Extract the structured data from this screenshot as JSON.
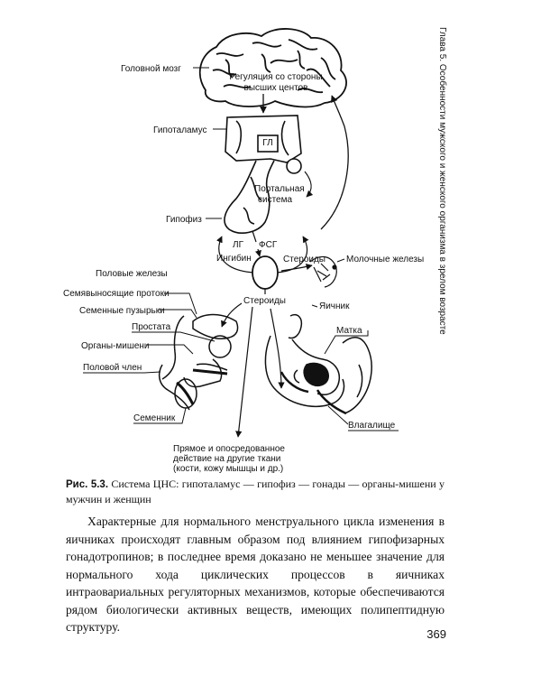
{
  "running_head": "Глава 5. Особенности мужского и женского организма в зрелом возрасте",
  "figure": {
    "labels": {
      "brain": "Головной мозг",
      "regulation_line1": "Регуляция со стороны",
      "regulation_line2": "высших центов",
      "hypothalamus": "Гипоталамус",
      "gl": "ГЛ",
      "portal_line1": "Портальная",
      "portal_line2": "система",
      "pituitary": "Гипофиз",
      "lh": "ЛГ",
      "fsh": "ФСГ",
      "inhibin": "Ингибин",
      "steroids_top": "Стероиды",
      "mammary": "Молочные железы",
      "gonads": "Половые железы",
      "vas_deferens": "Семявыносящие протоки",
      "seminal_vesicles": "Семенные пузырьки",
      "steroids_center": "Стероиды",
      "ovary": "Яичник",
      "prostate": "Простата",
      "target_organs": "Органы-мишени",
      "uterus": "Матка",
      "penis": "Половой член",
      "testis": "Семенник",
      "vagina": "Влагалище",
      "effect_line1": "Прямое и опосредованное",
      "effect_line2": "действие на другие ткани",
      "effect_line3": "(кости, кожу мышцы и др.)"
    }
  },
  "caption": {
    "label": "Рис. 5.3.",
    "text": "Система ЦНС: гипоталамус — гипофиз — гонады — органы-мишени у мужчин и женщин"
  },
  "body_text": "Характерные для нормального менструального цикла изменения в яичниках происходят главным образом под влиянием гипофизарных гонадотропинов; в последнее время доказано не меньшее значение для нормального хода циклических процессов в яичниках интраовариальных регуляторных механизмов, которые обеспечиваются рядом биологически активных веществ, имеющих полипептидную структуру.",
  "page_number": "369"
}
